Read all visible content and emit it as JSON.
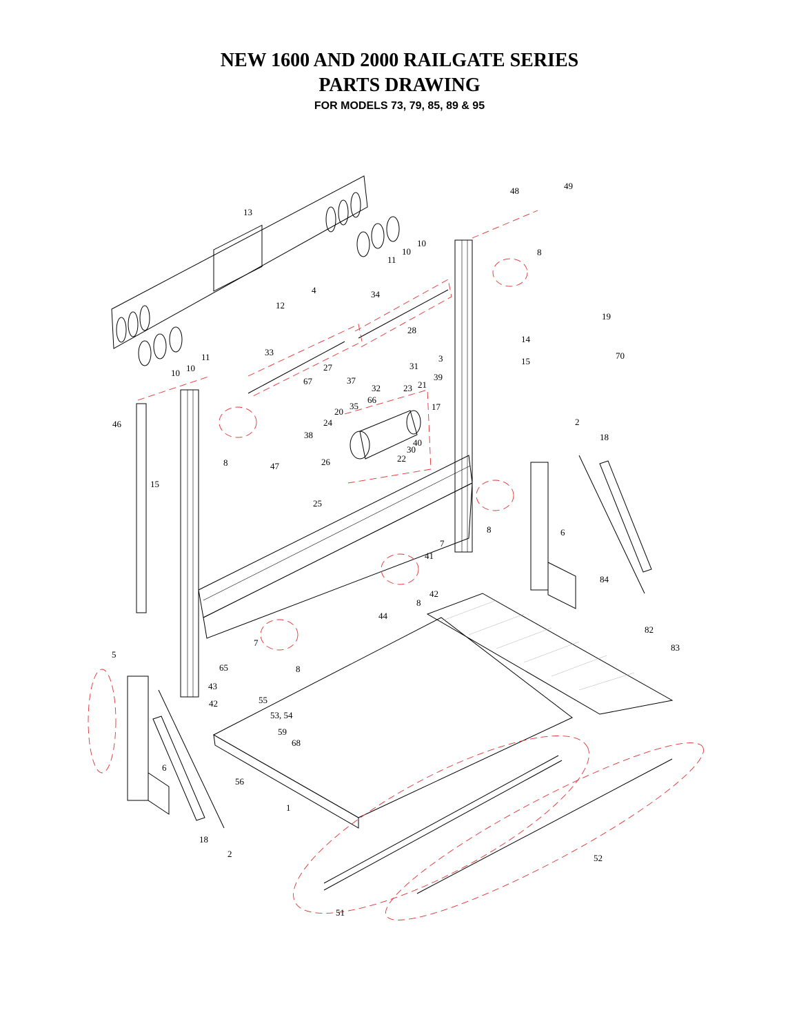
{
  "header": {
    "title_line1": "NEW 1600 AND 2000 RAILGATE SERIES",
    "title_line2": "PARTS DRAWING",
    "subtitle": "FOR MODELS  73, 79, 85, 89 & 95"
  },
  "callouts": [
    "13",
    "48",
    "49",
    "10",
    "10",
    "11",
    "8",
    "4",
    "12",
    "34",
    "19",
    "28",
    "14",
    "33",
    "27",
    "31",
    "15",
    "11",
    "10",
    "10",
    "70",
    "3",
    "67",
    "37",
    "32",
    "39",
    "21",
    "23",
    "35",
    "66",
    "17",
    "46",
    "20",
    "24",
    "40",
    "38",
    "30",
    "22",
    "2",
    "18",
    "8",
    "26",
    "47",
    "15",
    "25",
    "6",
    "8",
    "84",
    "7",
    "41",
    "42",
    "8",
    "44",
    "82",
    "83",
    "7",
    "65",
    "8",
    "5",
    "43",
    "55",
    "42",
    "53, 54",
    "59",
    "68",
    "6",
    "56",
    "1",
    "18",
    "2",
    "52",
    "51"
  ]
}
